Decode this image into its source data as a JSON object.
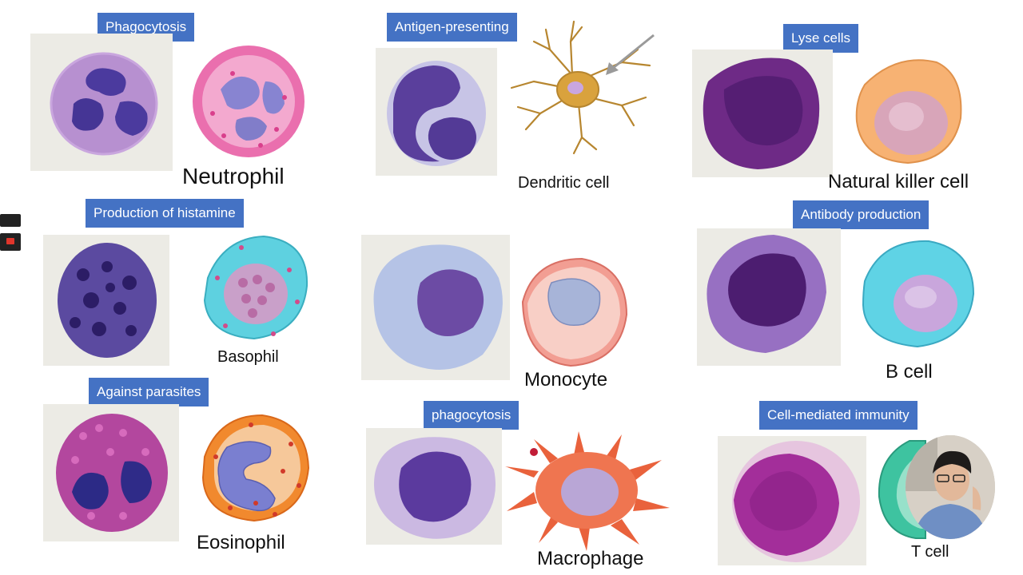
{
  "functions": {
    "phagocytosis_top": "Phagocytosis",
    "antigen_presenting": "Antigen-presenting",
    "lyse_cells": "Lyse cells",
    "histamine": "Production of histamine",
    "antibody": "Antibody production",
    "parasites": "Against parasites",
    "phagocytosis_bottom": "phagocytosis",
    "cell_mediated": "Cell-mediated immunity"
  },
  "cells": {
    "neutrophil": "Neutrophil",
    "dendritic": "Dendritic cell",
    "nk": "Natural killer cell",
    "basophil": "Basophil",
    "monocyte": "Monocyte",
    "bcell": "B cell",
    "eosinophil": "Eosinophil",
    "macrophage": "Macrophage",
    "tcell": "T cell"
  },
  "colors": {
    "label_bg": "#4472c4",
    "label_text": "#ffffff"
  }
}
